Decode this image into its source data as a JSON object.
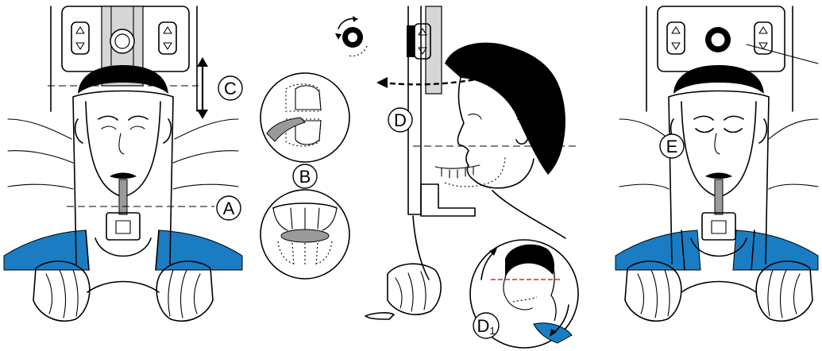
{
  "labels": {
    "a": "A",
    "b": "B",
    "c": "C",
    "d": "D",
    "d1": "D",
    "d1_sub": "1",
    "e": "E"
  },
  "colors": {
    "shoulder_blue": "#1a7dc3",
    "red_line": "#e02020",
    "grey_fill": "#9a9a9a",
    "light_grey": "#d6d6d6",
    "ink": "#000000"
  },
  "icons": [
    "rotate-control-icon",
    "up-down-arrow-icon"
  ]
}
